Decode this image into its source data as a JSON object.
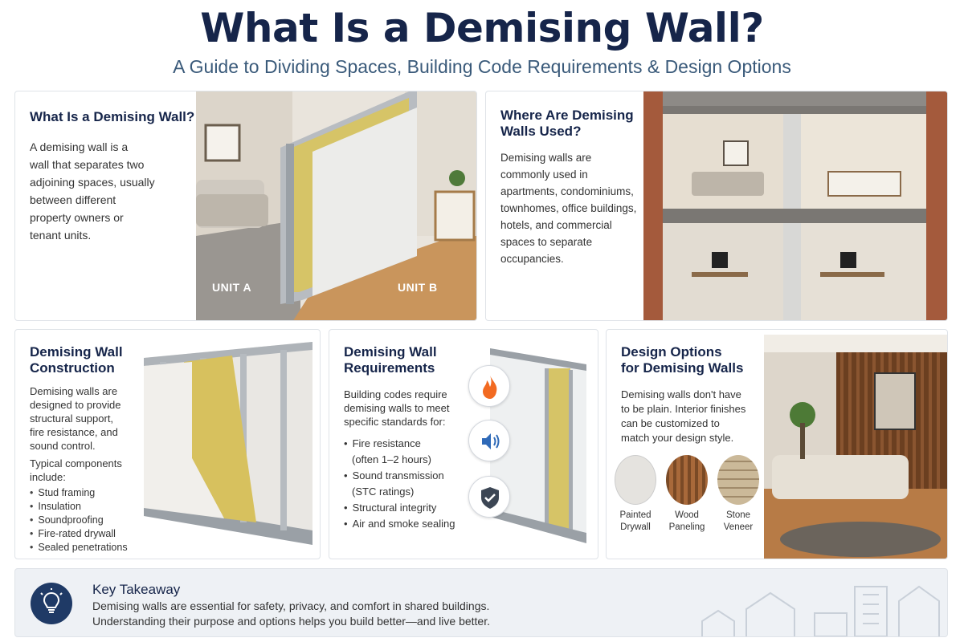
{
  "header": {
    "title": "What Is a Demising Wall?",
    "subtitle": "A Guide to Dividing Spaces, Building Code Requirements & Design Options"
  },
  "what_is": {
    "heading": "What Is a Demising Wall?",
    "lines": [
      "A demising wall is a",
      "wall that separates two",
      "adjoining spaces, usually",
      "between different",
      "property owners or",
      "tenant units."
    ],
    "unit_a": "UNIT A",
    "unit_b": "UNIT B"
  },
  "where_used": {
    "heading_lines": [
      "Where Are Demising",
      "Walls Used?"
    ],
    "lines": [
      "Demising walls are",
      "commonly used in",
      "apartments, condominiums,",
      "townhomes, office buildings,",
      "hotels, and commercial",
      "spaces to separate",
      "occupancies."
    ]
  },
  "construction": {
    "heading_lines": [
      "Demising Wall",
      "Construction"
    ],
    "lines": [
      "Demising walls are",
      "designed to provide",
      "structural support,",
      "fire resistance, and",
      "sound control."
    ],
    "components_lines": [
      "Typical components",
      "include:"
    ],
    "components": [
      "Stud framing",
      "Insulation",
      "Soundproofing",
      "Fire-rated drywall",
      "Sealed penetrations"
    ]
  },
  "requirements": {
    "heading_lines": [
      "Demising Wall",
      "Requirements"
    ],
    "lines": [
      "Building codes require",
      "demising walls to meet",
      "specific standards for:"
    ],
    "items": [
      {
        "label": "Fire resistance",
        "sub": "(often 1–2 hours)"
      },
      {
        "label": "Sound transmission",
        "sub": "(STC ratings)"
      },
      {
        "label": "Structural integrity",
        "sub": ""
      },
      {
        "label": "Air and smoke sealing",
        "sub": ""
      }
    ],
    "icons": [
      "fire-icon",
      "sound-icon",
      "shield-check-icon"
    ]
  },
  "design": {
    "heading_lines": [
      "Design Options",
      "for Demising Walls"
    ],
    "lines": [
      "Demising walls don't have",
      "to be plain. Interior finishes",
      "can be customized to",
      "match your design style."
    ],
    "swatches": [
      {
        "line1": "Painted",
        "line2": "Drywall"
      },
      {
        "line1": "Wood",
        "line2": "Paneling"
      },
      {
        "line1": "Stone",
        "line2": "Veneer"
      }
    ]
  },
  "takeaway": {
    "heading": "Key Takeaway",
    "line1": "Demising walls are essential for safety, privacy, and comfort in shared buildings.",
    "line2": "Understanding their purpose and options helps you build better—and live better.",
    "icon": "lightbulb-icon"
  },
  "colors": {
    "navy": "#16254a",
    "accent_blue": "#1f3a66",
    "fire": "#f26a21",
    "sound": "#2f6ab8"
  }
}
